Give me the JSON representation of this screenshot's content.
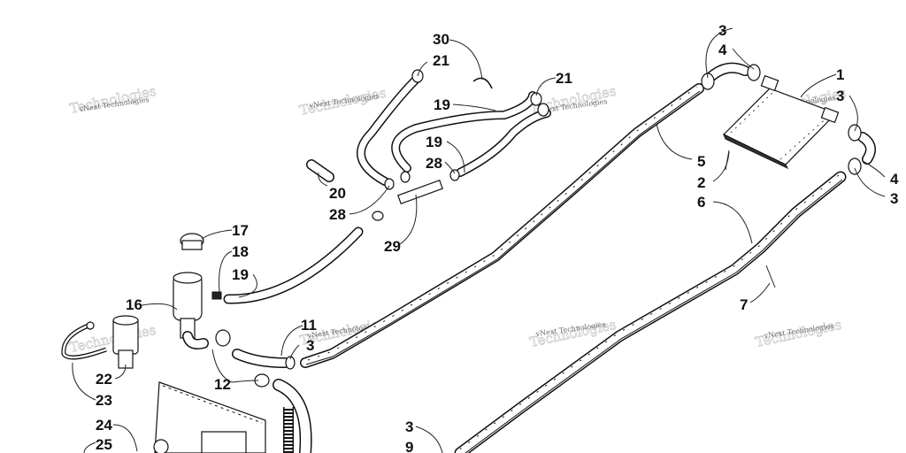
{
  "watermark": {
    "text": "vNext Technologies",
    "color": "#6a6a6a"
  },
  "callouts": [
    "30",
    "21",
    "19",
    "21",
    "19",
    "28",
    "20",
    "28",
    "29",
    "3",
    "4",
    "1",
    "3",
    "4",
    "3",
    "5",
    "2",
    "6",
    "7",
    "17",
    "18",
    "19",
    "16",
    "11",
    "3",
    "12",
    "22",
    "23",
    "24",
    "25",
    "3",
    "9"
  ],
  "colors": {
    "line": "#111111",
    "background": "#ffffff"
  }
}
